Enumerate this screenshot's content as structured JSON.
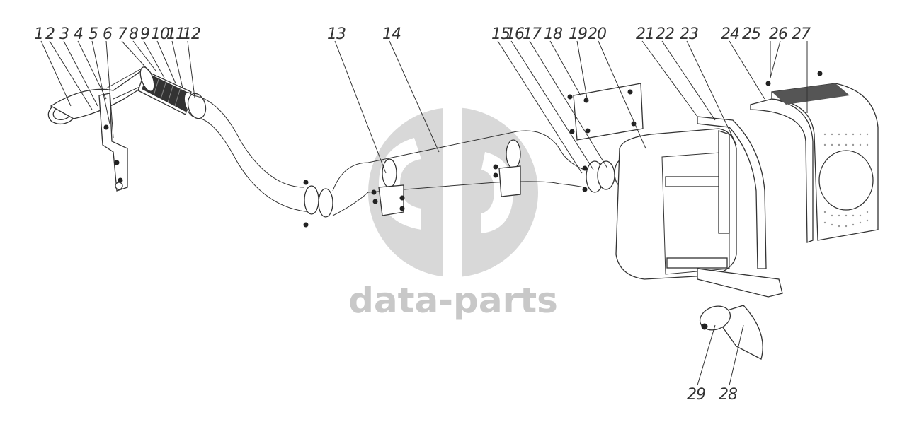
{
  "watermark": {
    "text": "data-parts",
    "color": "#c8c8c8"
  },
  "callouts": [
    {
      "id": "1",
      "label": "1"
    },
    {
      "id": "2",
      "label": "2"
    },
    {
      "id": "3",
      "label": "3"
    },
    {
      "id": "4",
      "label": "4"
    },
    {
      "id": "5",
      "label": "5"
    },
    {
      "id": "6",
      "label": "6"
    },
    {
      "id": "7",
      "label": "7"
    },
    {
      "id": "8",
      "label": "8"
    },
    {
      "id": "9",
      "label": "9"
    },
    {
      "id": "10",
      "label": "10"
    },
    {
      "id": "11",
      "label": "11"
    },
    {
      "id": "12",
      "label": "12"
    },
    {
      "id": "13",
      "label": "13"
    },
    {
      "id": "14",
      "label": "14"
    },
    {
      "id": "15",
      "label": "15"
    },
    {
      "id": "16",
      "label": "16"
    },
    {
      "id": "17",
      "label": "17"
    },
    {
      "id": "18",
      "label": "18"
    },
    {
      "id": "19",
      "label": "19"
    },
    {
      "id": "20",
      "label": "20"
    },
    {
      "id": "21",
      "label": "21"
    },
    {
      "id": "22",
      "label": "22"
    },
    {
      "id": "23",
      "label": "23"
    },
    {
      "id": "24",
      "label": "24"
    },
    {
      "id": "25",
      "label": "25"
    },
    {
      "id": "26",
      "label": "26"
    },
    {
      "id": "27",
      "label": "27"
    },
    {
      "id": "28",
      "label": "28"
    },
    {
      "id": "29",
      "label": "29"
    }
  ]
}
